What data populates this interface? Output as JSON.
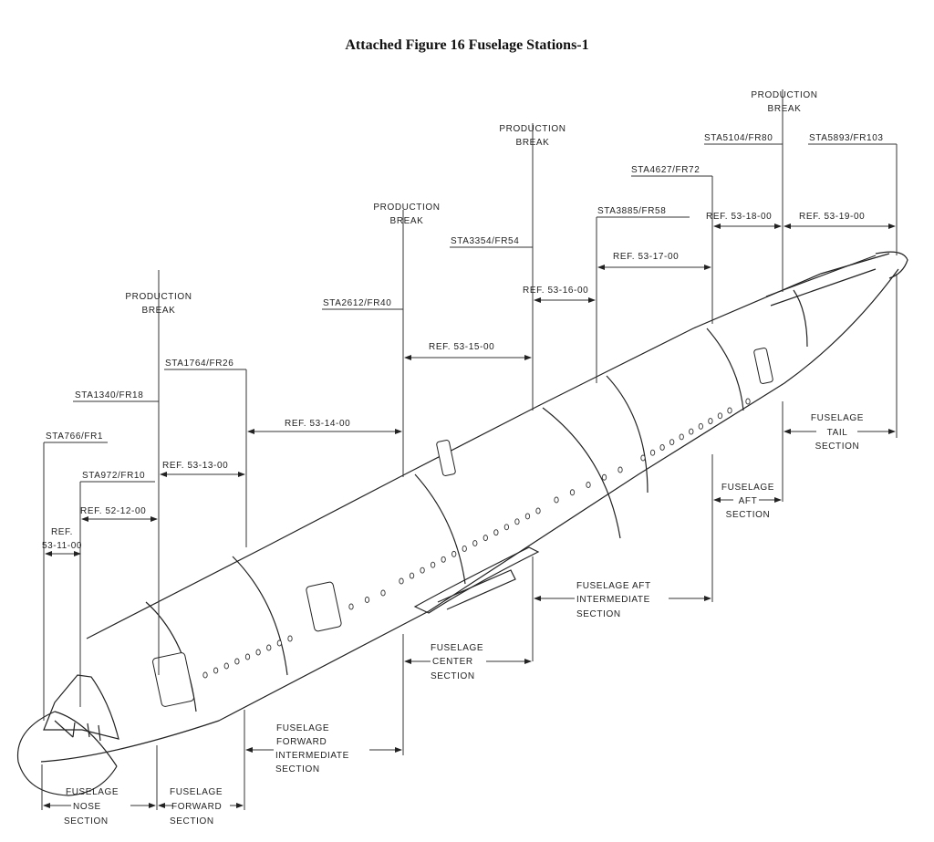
{
  "figure": {
    "title": "Attached Figure 16    Fuselage Stations-1"
  },
  "production_breaks": [
    {
      "line1": "PRODUCTION",
      "line2": "BREAK"
    },
    {
      "line1": "PRODUCTION",
      "line2": "BREAK"
    },
    {
      "line1": "PRODUCTION",
      "line2": "BREAK"
    },
    {
      "line1": "PRODUCTION",
      "line2": "BREAK"
    }
  ],
  "stations": [
    "STA766/FR1",
    "STA972/FR10",
    "STA1340/FR18",
    "STA1764/FR26",
    "STA2612/FR40",
    "STA3354/FR54",
    "STA3885/FR58",
    "STA4627/FR72",
    "STA5104/FR80",
    "STA5893/FR103"
  ],
  "refs": {
    "r11_line1": "REF.",
    "r11_line2": "53-11-00",
    "r12": "REF. 52-12-00",
    "r13": "REF. 53-13-00",
    "r14": "REF. 53-14-00",
    "r15": "REF. 53-15-00",
    "r16": "REF. 53-16-00",
    "r17": "REF. 53-17-00",
    "r18": "REF. 53-18-00",
    "r19": "REF. 53-19-00"
  },
  "sections": {
    "nose": [
      "FUSELAGE",
      "NOSE",
      "SECTION"
    ],
    "forward": [
      "FUSELAGE",
      "FORWARD",
      "SECTION"
    ],
    "forward_intermediate": [
      "FUSELAGE",
      "FORWARD",
      "INTERMEDIATE",
      "SECTION"
    ],
    "center": [
      "FUSELAGE",
      "CENTER",
      "SECTION"
    ],
    "aft_intermediate": [
      "FUSELAGE AFT",
      "INTERMEDIATE",
      "SECTION"
    ],
    "aft": [
      "FUSELAGE",
      "AFT",
      "SECTION"
    ],
    "tail": [
      "FUSELAGE",
      "TAIL",
      "SECTION"
    ]
  }
}
